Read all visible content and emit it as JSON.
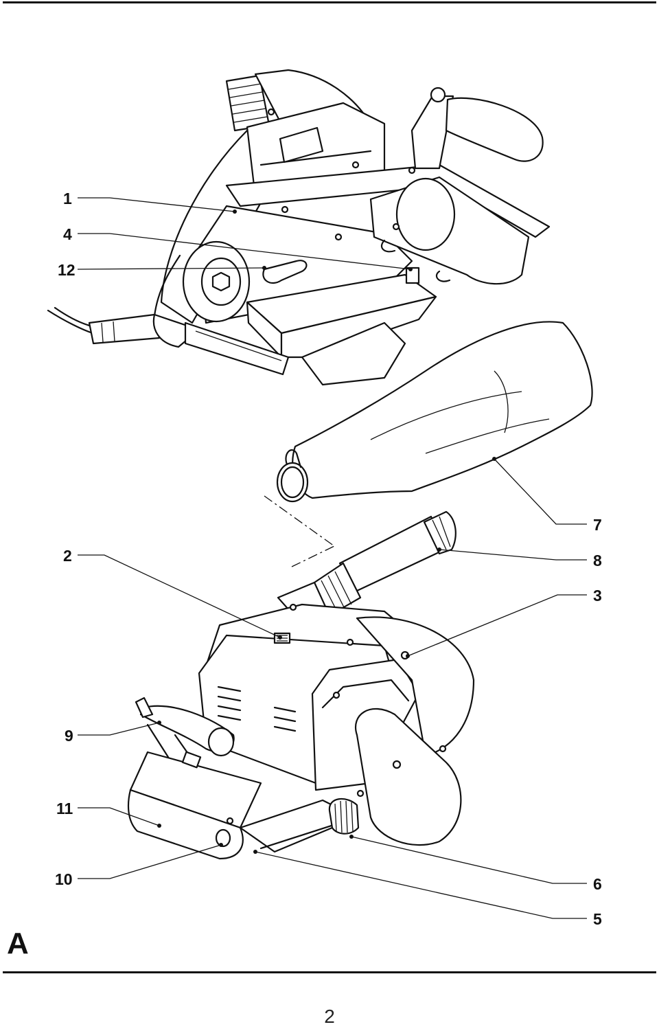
{
  "figure": {
    "letter": "A",
    "page_number": "2"
  },
  "callouts": [
    {
      "id": "c1",
      "label": "1"
    },
    {
      "id": "c4",
      "label": "4"
    },
    {
      "id": "c12",
      "label": "12"
    },
    {
      "id": "c7",
      "label": "7"
    },
    {
      "id": "c2",
      "label": "2"
    },
    {
      "id": "c8",
      "label": "8"
    },
    {
      "id": "c3",
      "label": "3"
    },
    {
      "id": "c9",
      "label": "9"
    },
    {
      "id": "c11",
      "label": "11"
    },
    {
      "id": "c10",
      "label": "10"
    },
    {
      "id": "c6",
      "label": "6"
    },
    {
      "id": "c5",
      "label": "5"
    }
  ]
}
